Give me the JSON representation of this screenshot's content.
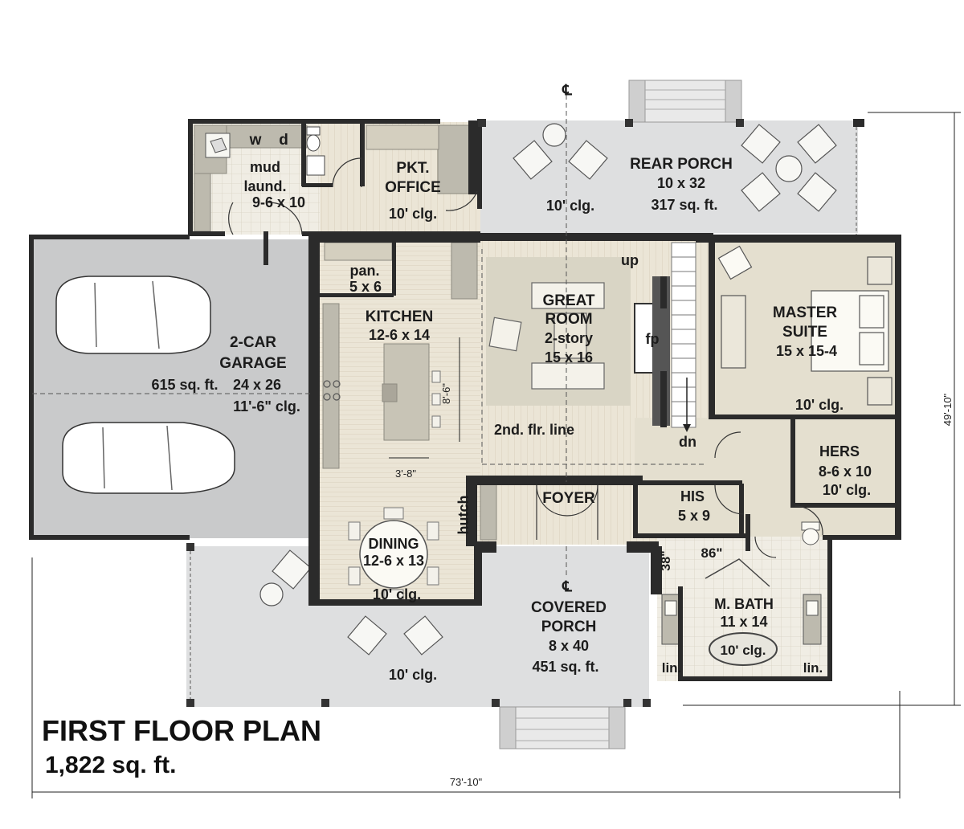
{
  "plan": {
    "title": "FIRST FLOOR PLAN",
    "area": "1,822 sq. ft.",
    "overall_width": "73'-10\"",
    "overall_depth": "49'-10\"",
    "centerline_mark": "℄"
  },
  "colors": {
    "wall": "#2b2b2b",
    "porch_floor": "#dedfe0",
    "garage_floor": "#c9cacb",
    "wood_floor": "#ebe5d6",
    "tile_floor": "#f0ede4",
    "rug": "#d9d5c5",
    "cabinet": "#bdbaae"
  },
  "rooms": {
    "mud": {
      "name1": "mud",
      "name2": "laund.",
      "size": "9-6 x 10",
      "w": "w",
      "d": "d"
    },
    "office": {
      "name1": "PKT.",
      "name2": "OFFICE",
      "ceiling": "10' clg."
    },
    "rear_porch": {
      "name": "REAR PORCH",
      "size": "10 x 32",
      "area": "317 sq. ft.",
      "ceiling": "10' clg."
    },
    "garage": {
      "name1": "2-CAR",
      "name2": "GARAGE",
      "area": "615 sq. ft.",
      "size": "24 x 26",
      "ceiling": "11'-6\" clg."
    },
    "pantry": {
      "name": "pan.",
      "size": "5 x 6"
    },
    "kitchen": {
      "name": "KITCHEN",
      "size": "12-6 x 14",
      "island_len": "8'-6\"",
      "island_w": "3'-8\""
    },
    "great_room": {
      "name1": "GREAT",
      "name2": "ROOM",
      "note": "2-story",
      "size": "15 x 16",
      "fireplace": "fp",
      "up": "up",
      "down": "dn",
      "second_floor": "2nd. flr. line"
    },
    "master": {
      "name1": "MASTER",
      "name2": "SUITE",
      "size": "15 x 15-4",
      "ceiling": "10' clg."
    },
    "hers": {
      "name": "HERS",
      "size": "8-6 x 10",
      "ceiling": "10' clg."
    },
    "his": {
      "name": "HIS",
      "size": "5 x 9"
    },
    "foyer": {
      "name": "FOYER"
    },
    "hutch": {
      "name": "hutch"
    },
    "dining": {
      "name": "DINING",
      "size": "12-6 x 13",
      "ceiling": "10' clg."
    },
    "covered_porch": {
      "name1": "COVERED",
      "name2": "PORCH",
      "size": "8 x 40",
      "area": "451 sq. ft.",
      "ceiling": "10' clg."
    },
    "bath": {
      "name": "M. BATH",
      "size": "11 x 14",
      "ceiling": "10' clg.",
      "shower_w": "86\"",
      "shower_d": "38\"",
      "linen": "lin."
    }
  }
}
